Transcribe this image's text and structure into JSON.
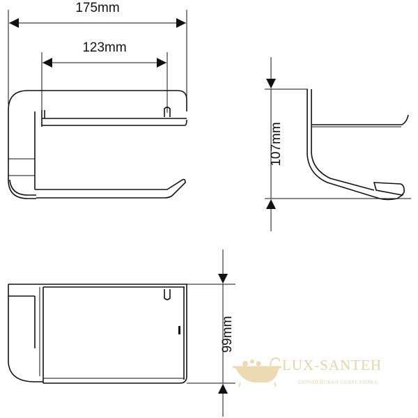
{
  "dimensions": {
    "overall_width": "175mm",
    "inner_width": "123mm",
    "height": "107mm",
    "depth": "99mm"
  },
  "watermark": {
    "brand": "LUX-SANTEH",
    "tagline": "ЕВРОПЕЙСКАЯ САНТЕХНИКА",
    "color": "#e6d3a8"
  }
}
